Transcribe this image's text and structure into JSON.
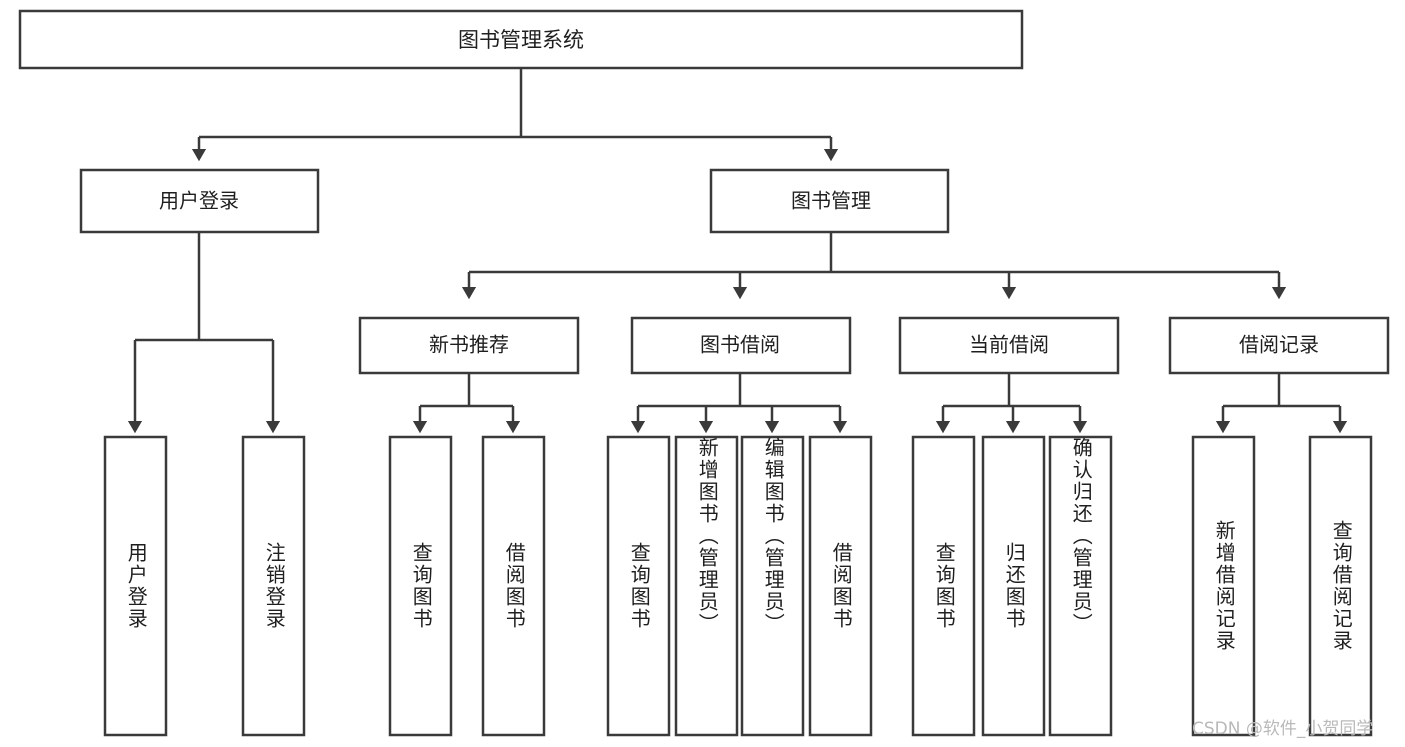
{
  "diagram": {
    "title": "图书管理系统",
    "type": "hierarchy-tree",
    "orientation": "top-down",
    "colors": {
      "box_stroke": "#3a3a3a",
      "box_fill": "#ffffff",
      "connector": "#3a3a3a",
      "text": "#1f1f1f",
      "background": "#ffffff",
      "watermark": "#b9b9b9"
    },
    "levels": {
      "root": {
        "label": "图书管理系统"
      },
      "level2": [
        {
          "label": "用户登录"
        },
        {
          "label": "图书管理"
        }
      ],
      "level3": [
        {
          "label": "新书推荐"
        },
        {
          "label": "图书借阅"
        },
        {
          "label": "当前借阅"
        },
        {
          "label": "借阅记录"
        }
      ],
      "leaves": {
        "user_login": [
          {
            "label": "用户登录"
          },
          {
            "label": "注销登录"
          }
        ],
        "new_book_recommend": [
          {
            "label": "查询图书"
          },
          {
            "label": "借阅图书"
          }
        ],
        "book_borrow": [
          {
            "label": "查询图书"
          },
          {
            "label": "新增图书（管理员）"
          },
          {
            "label": "编辑图书（管理员）"
          },
          {
            "label": "借阅图书"
          }
        ],
        "current_borrow": [
          {
            "label": "查询图书"
          },
          {
            "label": "归还图书"
          },
          {
            "label": "确认归还（管理员）"
          }
        ],
        "borrow_record": [
          {
            "label": "新增借阅记录"
          },
          {
            "label": "查询借阅记录"
          }
        ]
      }
    },
    "watermark": "CSDN @软件_小贺同学"
  }
}
